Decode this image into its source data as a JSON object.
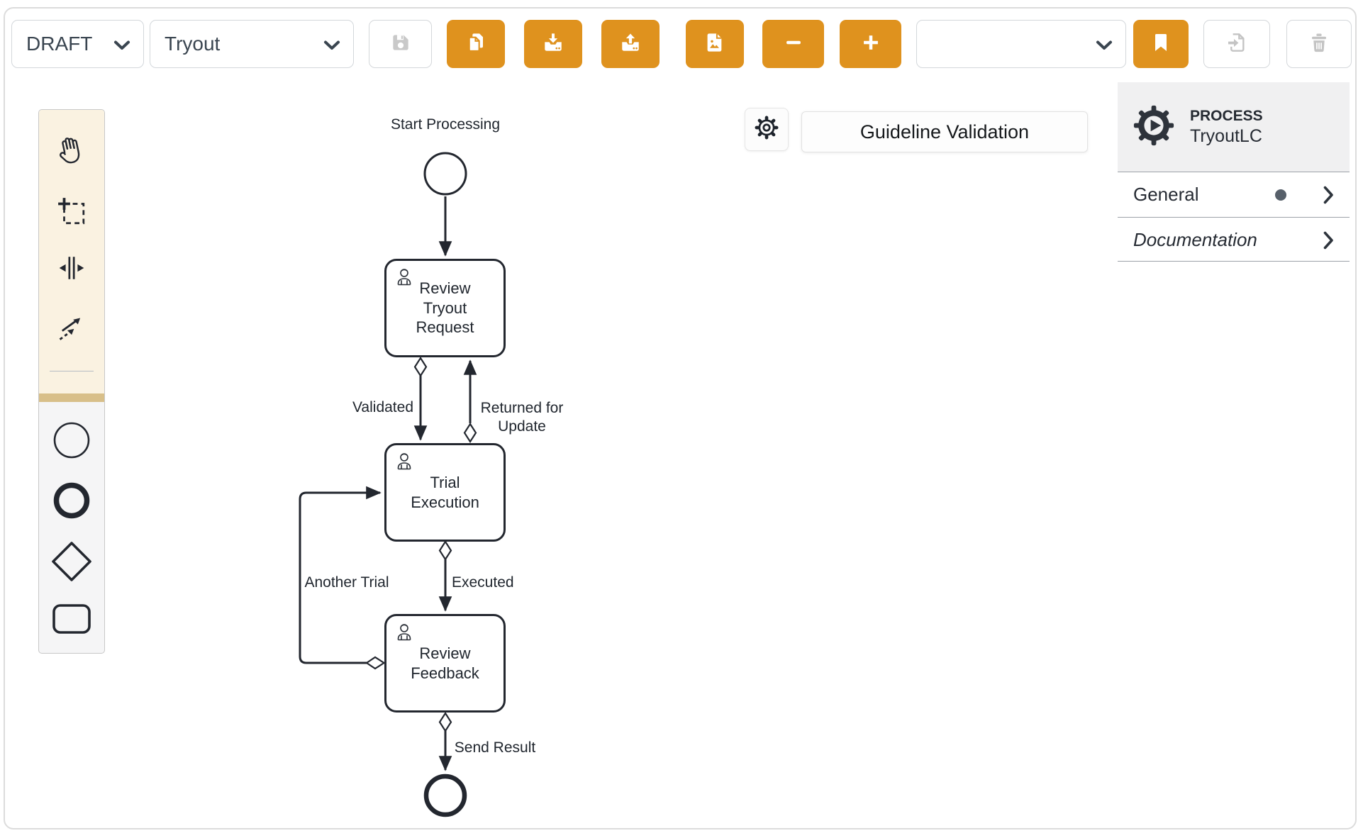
{
  "colors": {
    "accent_orange": "#DF921E",
    "dark_stroke": "#23272F",
    "disabled_gray": "#C6C6C6",
    "panel_header_bg": "#F0F0F1",
    "palette_cream": "#FAF2E1",
    "palette_band_tan": "#D8BF89"
  },
  "toolbar": {
    "status_dropdown": {
      "value": "DRAFT"
    },
    "process_dropdown": {
      "value": "Tryout"
    },
    "version_dropdown": {
      "value": ""
    },
    "icon_buttons": [
      "save-icon",
      "copy-icon",
      "download-icon",
      "upload-icon",
      "export-image-icon",
      "zoom-out-icon",
      "zoom-in-icon",
      "bookmark-icon",
      "file-import-icon",
      "trash-icon"
    ]
  },
  "validation": {
    "settings_icon": "gear-icon",
    "button_label": "Guideline Validation"
  },
  "properties_panel": {
    "type_label": "PROCESS",
    "element_name": "TryoutLC",
    "sections": [
      {
        "label": "General",
        "modified": true
      },
      {
        "label": "Documentation",
        "modified": false,
        "italic": true
      }
    ]
  },
  "palette": {
    "tools": [
      "hand-tool",
      "lasso-tool",
      "space-tool",
      "connection-tool"
    ],
    "elements": [
      "start-event",
      "end-event",
      "gateway",
      "task"
    ]
  },
  "diagram": {
    "nodes": [
      {
        "id": "start",
        "type": "start-event",
        "label": "Start Processing"
      },
      {
        "id": "task1",
        "type": "user-task",
        "label": "Review Tryout Request"
      },
      {
        "id": "task2",
        "type": "user-task",
        "label": "Trial Execution"
      },
      {
        "id": "task3",
        "type": "user-task",
        "label": "Review Feedback"
      },
      {
        "id": "end",
        "type": "end-event",
        "label": ""
      }
    ],
    "flows": [
      {
        "from": "start",
        "to": "task1",
        "label": "",
        "conditional": false
      },
      {
        "from": "task1",
        "to": "task2",
        "label": "Validated",
        "conditional": true
      },
      {
        "from": "task2",
        "to": "task1",
        "label": "Returned for Update",
        "conditional": true
      },
      {
        "from": "task2",
        "to": "task3",
        "label": "Executed",
        "conditional": true
      },
      {
        "from": "task3",
        "to": "task2",
        "label": "Another Trial",
        "conditional": true
      },
      {
        "from": "task3",
        "to": "end",
        "label": "Send Result",
        "conditional": true
      }
    ]
  }
}
